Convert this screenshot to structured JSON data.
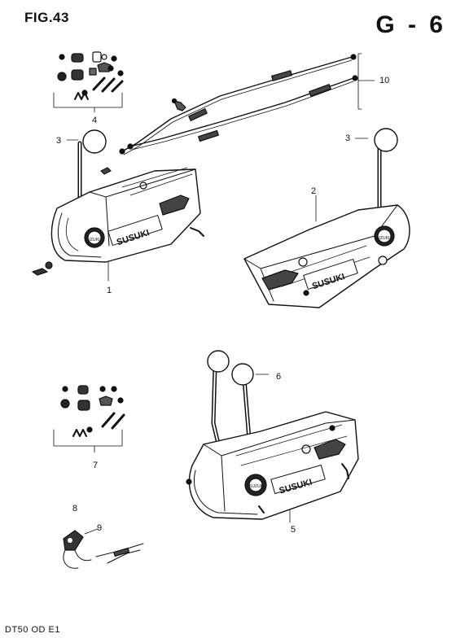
{
  "header": {
    "figure_label": "FIG.43",
    "page_code": "G - 6"
  },
  "footer": {
    "model_code": "DT50 OD E1"
  },
  "callouts": {
    "c1": "1",
    "c2": "2",
    "c3a": "3",
    "c3b": "3",
    "c4": "4",
    "c5": "5",
    "c6": "6",
    "c7": "7",
    "c8": "8",
    "c9": "9",
    "c10": "10"
  },
  "badges": {
    "brand": "SUSUKI",
    "knob": "SUZUKI"
  }
}
